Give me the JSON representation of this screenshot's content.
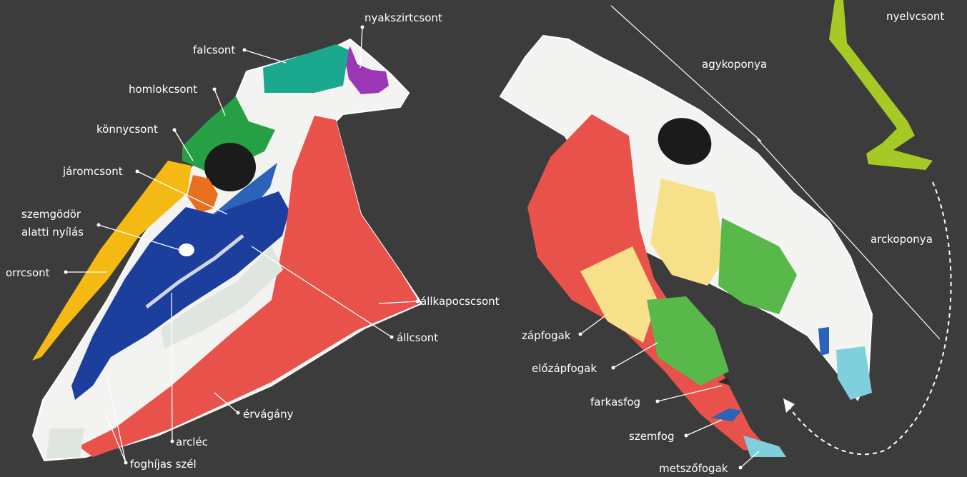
{
  "left_labels": {
    "parietal": "falcsont",
    "occipital": "nyakszirtcsont",
    "frontal": "homlokcsont",
    "lacrimal": "könnycsont",
    "zygomatic": "járomcsont",
    "infraorbital_line1": "szemgödör",
    "infraorbital_line2": "alatti nyílás",
    "nasal": "orrcsont",
    "mandible": "állkapocscsont",
    "maxilla": "állcsont",
    "vascular_notch": "érvágány",
    "facial_crest": "arcléc",
    "diastema": "foghíjas szél"
  },
  "right_labels": {
    "hyoid": "nyelvcsont",
    "cranium": "agykoponya",
    "face": "arckoponya",
    "molars": "zápfogak",
    "premolars": "előzápfogak",
    "wolf_tooth": "farkasfog",
    "canine": "szemfog",
    "incisors": "metszőfogak"
  },
  "colors": {
    "background": "#3c3c3c",
    "skull": "#f3f3f1",
    "parietal": "#1aa98f",
    "occipital": "#9b36b5",
    "frontal": "#27a045",
    "lacrimal": "#1b1b1b",
    "zygomatic": "#e8701f",
    "maxilla": "#1c3e9c",
    "nasal": "#f5b914",
    "mandible": "#e8524b",
    "molar_teeth": "#f7e08a",
    "premolar_teeth": "#58b84a",
    "incisor_teeth": "#7fd0dc",
    "hyoid": "#a6c926",
    "canine": "#2a63b8",
    "wolf_tooth": "#2c2c2c"
  }
}
